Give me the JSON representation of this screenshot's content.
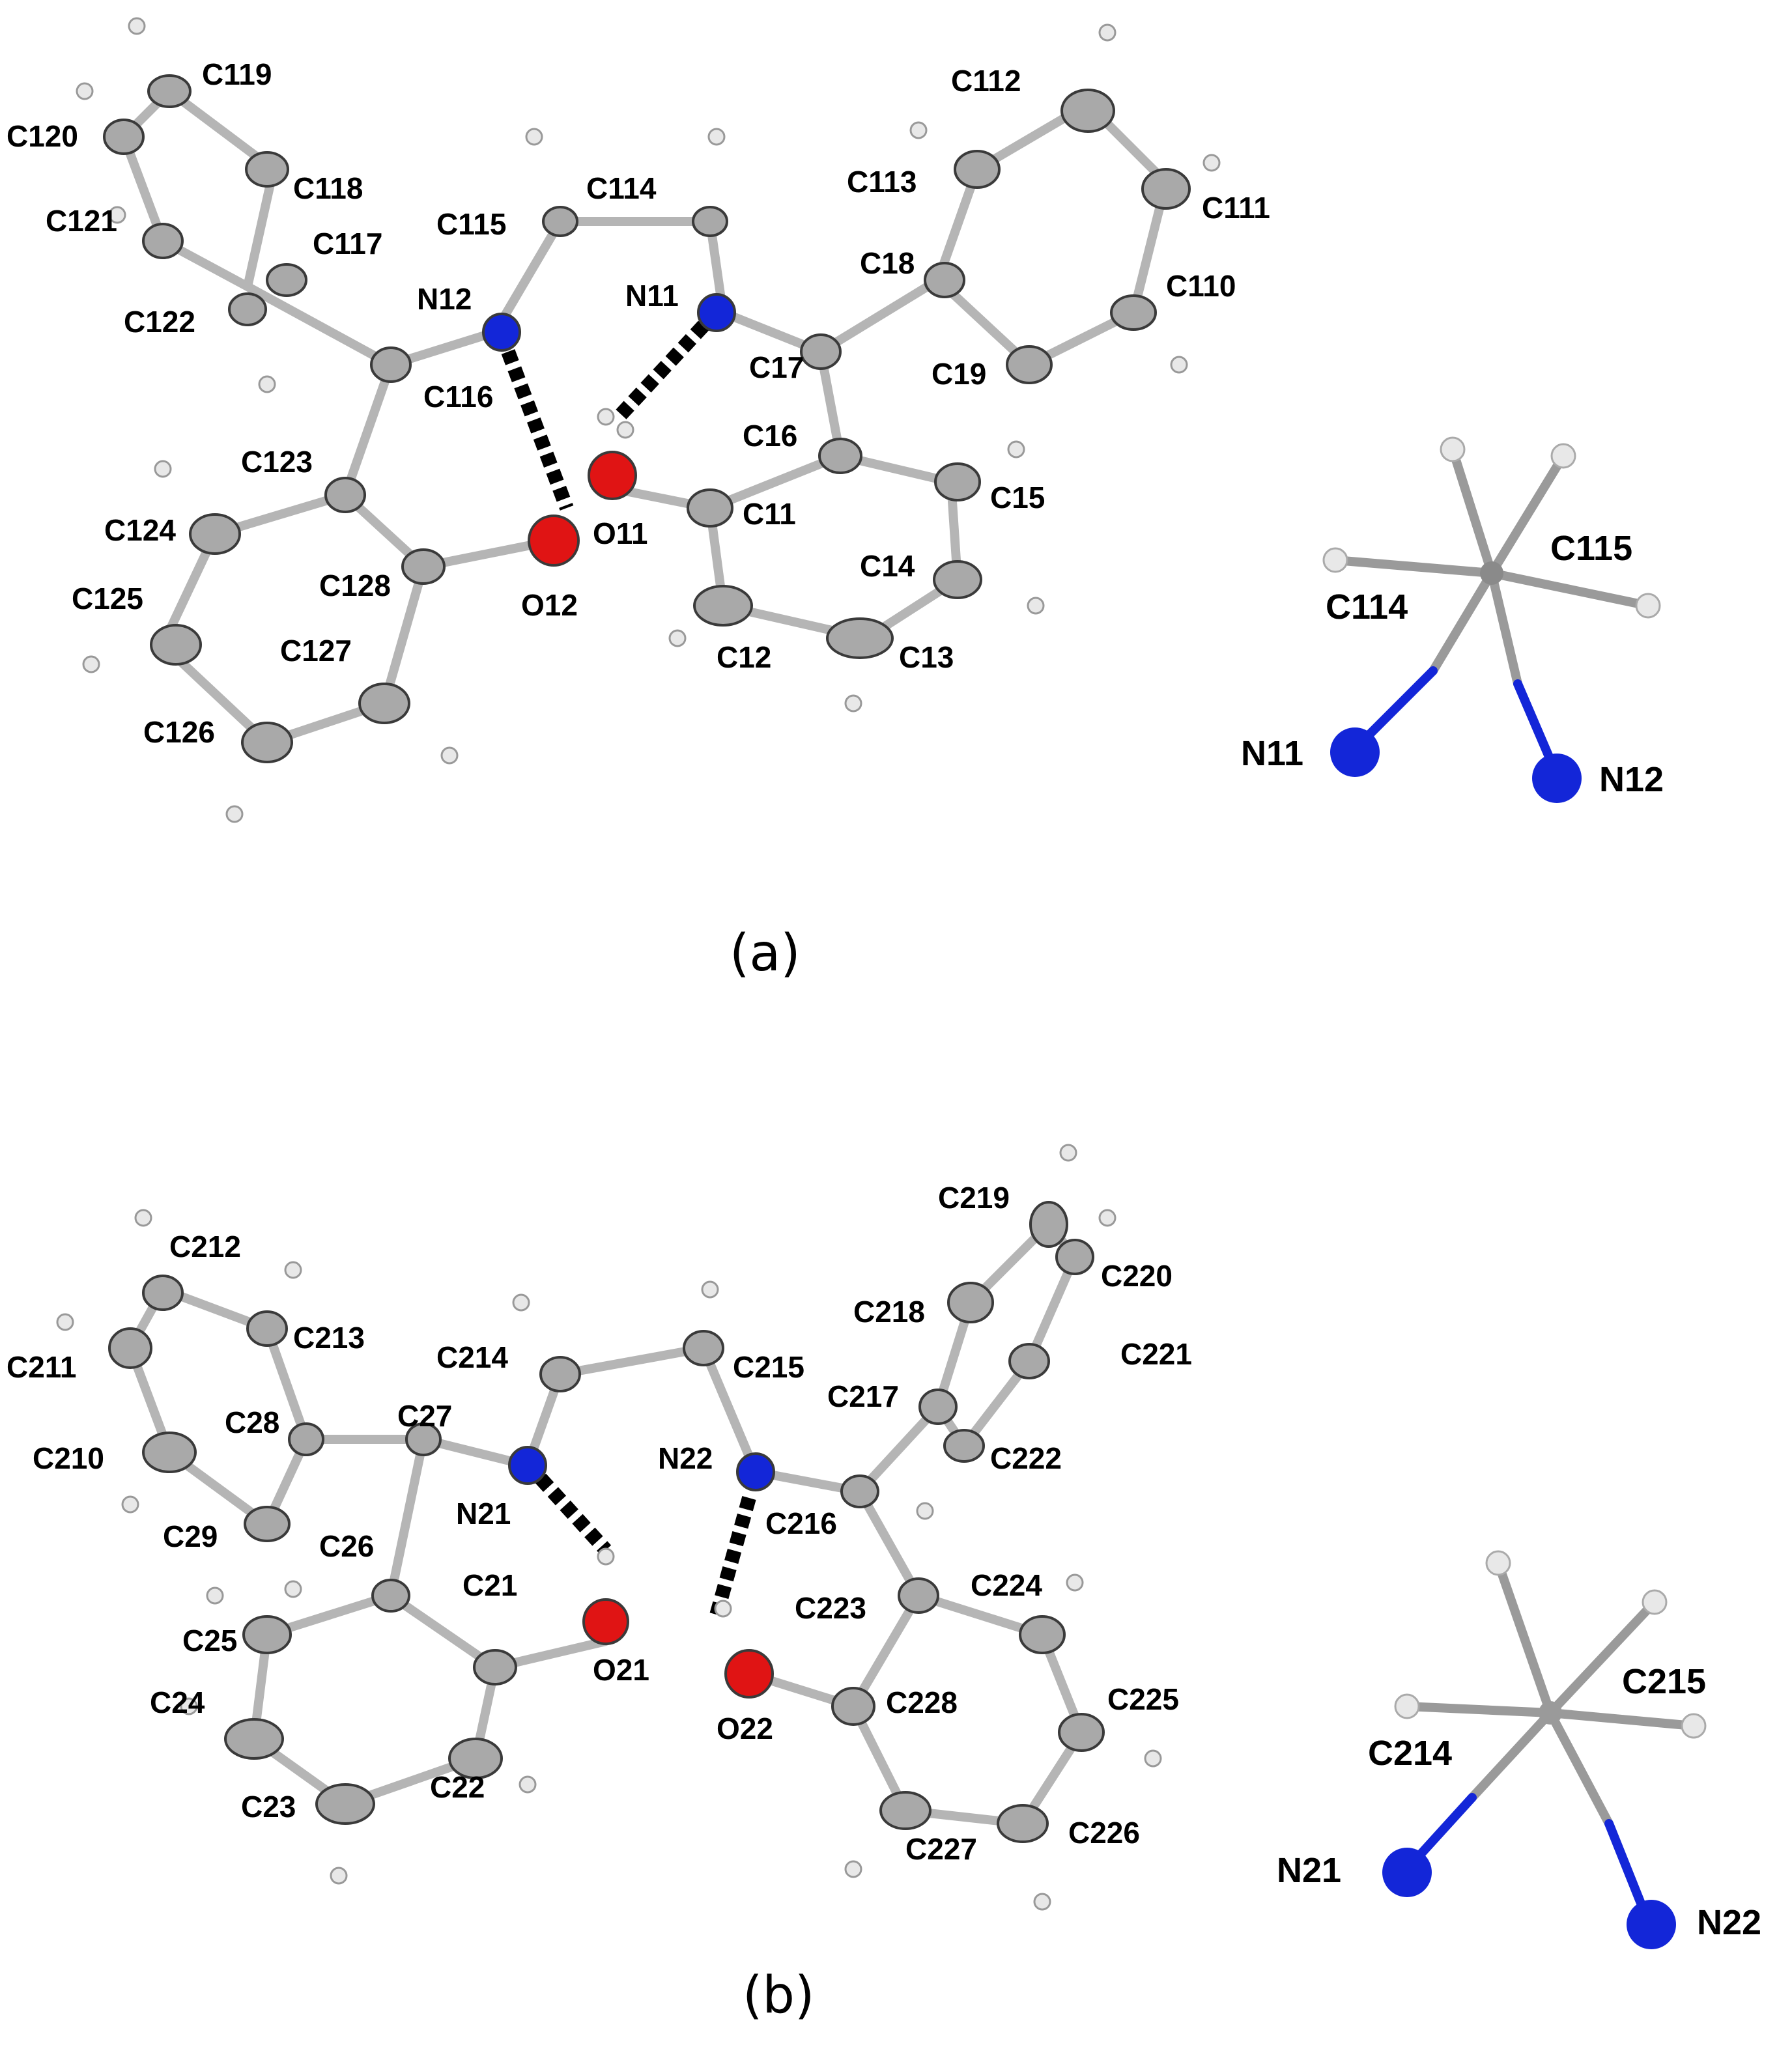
{
  "panels": [
    {
      "id": "a",
      "caption": "(a)",
      "labels": [
        "C119",
        "C120",
        "C118",
        "C121",
        "C117",
        "C122",
        "C115",
        "C114",
        "C112",
        "C113",
        "C111",
        "C18",
        "C110",
        "N12",
        "N11",
        "C116",
        "C17",
        "C19",
        "C16",
        "C123",
        "C15",
        "C124",
        "O11",
        "C11",
        "C14",
        "C128",
        "O12",
        "C125",
        "C127",
        "C12",
        "C13",
        "C126"
      ],
      "inset_labels": [
        "C114",
        "C115",
        "N11",
        "N12"
      ]
    },
    {
      "id": "b",
      "caption": "(b)",
      "labels": [
        "C219",
        "C212",
        "C220",
        "C218",
        "C213",
        "C211",
        "C221",
        "C214",
        "C215",
        "C217",
        "C210",
        "C28",
        "C27",
        "N22",
        "C222",
        "C29",
        "N21",
        "C216",
        "C26",
        "C21",
        "C224",
        "C223",
        "C25",
        "C24",
        "O21",
        "C225",
        "C228",
        "O22",
        "C22",
        "C23",
        "C226",
        "C227"
      ],
      "inset_labels": [
        "C215",
        "C214",
        "N21",
        "N22"
      ]
    }
  ],
  "colors": {
    "carbon": "#a9a9a9",
    "carbon_stroke": "#4a4a4a",
    "nitrogen": "#1326d8",
    "oxygen": "#e01414",
    "hydrogen": "#e8e8e8",
    "bond": "#b8b8b8",
    "hbond": "#000000"
  }
}
